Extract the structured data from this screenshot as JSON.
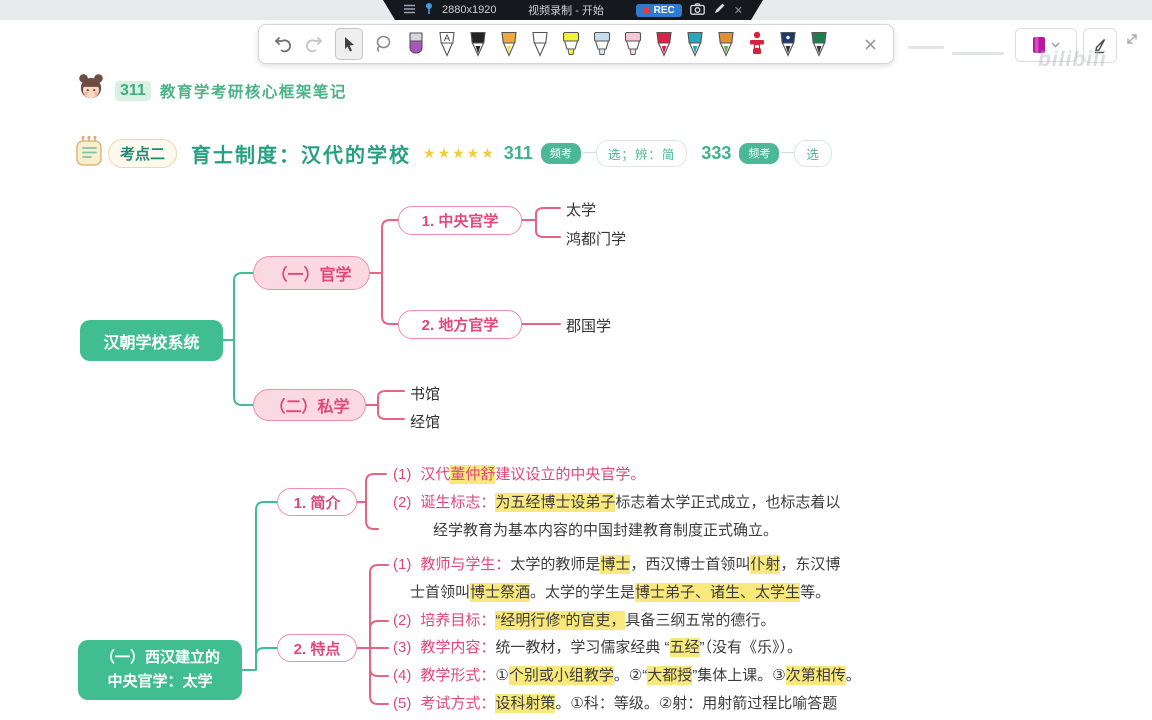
{
  "recorder_bar": {
    "resolution": "2880x1920",
    "status": "视频录制 - 开始",
    "rec_label": "REC"
  },
  "toolbar": {
    "pens": [
      {
        "name": "eraser",
        "kind": "eraser",
        "body": "#d8d8dc",
        "tip": "#a855c0"
      },
      {
        "name": "text-pen",
        "kind": "pen",
        "body": "#ffffff",
        "tip": "#ffffff",
        "glyph": "A"
      },
      {
        "name": "black-marker",
        "kind": "pen",
        "body": "#222222",
        "tip": "#222222"
      },
      {
        "name": "orange-pen",
        "kind": "pen",
        "body": "#f0a93c",
        "tip": "#f3e14e"
      },
      {
        "name": "white-pen",
        "kind": "pen",
        "body": "#fafafa",
        "tip": "#ffffff"
      },
      {
        "name": "yellow-highlighter",
        "kind": "flat",
        "body": "#f5ee45",
        "tip": "#f5ee45"
      },
      {
        "name": "blue-highlighter",
        "kind": "flat",
        "body": "#c3ddf3",
        "tip": "#d8eaf8"
      },
      {
        "name": "pink-highlighter",
        "kind": "flat",
        "body": "#f5c6d6",
        "tip": "#f8d8e3"
      },
      {
        "name": "red-pen",
        "kind": "pen",
        "body": "#dd1f4a",
        "tip": "#dd1f4a"
      },
      {
        "name": "teal-pen",
        "kind": "pen",
        "body": "#2da5bd",
        "tip": "#2da5bd"
      },
      {
        "name": "rainbow-pen",
        "kind": "pen",
        "body": "#e09038",
        "tip": "#6aae4e"
      },
      {
        "name": "stamp-pen",
        "kind": "stamp",
        "body": "#d2243c",
        "tip": "#d2243c"
      },
      {
        "name": "navy-pen",
        "kind": "pen",
        "body": "#1d3a6b",
        "tip": "#333333",
        "dot": true
      },
      {
        "name": "green-pen",
        "kind": "pen",
        "body": "#1f7d4c",
        "tip": "#333333"
      }
    ]
  },
  "topright": {
    "watermark": "bilibili"
  },
  "header": {
    "badge": "311",
    "title": "教育学考研核心框架笔记"
  },
  "topic": {
    "tag": "考点二",
    "title": "育士制度：汉代的学校",
    "stars": "★★★★★",
    "code1": "311",
    "badge1": "频考",
    "pill1": "选；辨：简",
    "code2": "333",
    "badge2": "频考",
    "pill2": "选"
  },
  "mindmap": {
    "root1": "汉朝学校系统",
    "guanxue": "（一）官学",
    "sixue": "（二）私学",
    "zhongyang": "1. 中央官学",
    "difang": "2. 地方官学",
    "taixue": "太学",
    "hongdu": "鸿都门学",
    "junguo": "郡国学",
    "shuguan": "书馆",
    "jingguan": "经馆",
    "root2_line1": "（一）西汉建立的",
    "root2_line2": "中央官学：太学",
    "jianjie": "1. 简介",
    "tedian": "2. 特点"
  },
  "content": {
    "lines": [
      [
        {
          "t": "(1)",
          "c": "num"
        },
        {
          "t": "汉代",
          "c": "pink"
        },
        {
          "t": "董仲舒",
          "c": "pinkhl"
        },
        {
          "t": "建议设立的中央官学。",
          "c": "pink"
        }
      ],
      [
        {
          "t": "(2)",
          "c": "num"
        },
        {
          "t": "诞生标志：",
          "c": "pink"
        },
        {
          "t": "为五经博士设弟子",
          "c": "hl"
        },
        {
          "t": "标志着太学正式成立，也标志着以",
          "c": "plain"
        }
      ],
      [
        {
          "t": "经学教育为基本内容的中国封建教育制度正式确立。",
          "c": "plain"
        }
      ],
      [
        {
          "t": "(1)",
          "c": "num"
        },
        {
          "t": "教师与学生：",
          "c": "pink"
        },
        {
          "t": "太学的教师是",
          "c": "plain"
        },
        {
          "t": "博士",
          "c": "hl"
        },
        {
          "t": "，西汉博士首领叫",
          "c": "plain"
        },
        {
          "t": "仆射",
          "c": "hl"
        },
        {
          "t": "，东汉博",
          "c": "plain"
        }
      ],
      [
        {
          "t": "士首领叫",
          "c": "plain"
        },
        {
          "t": "博士祭酒",
          "c": "hl"
        },
        {
          "t": "。太学的学生是",
          "c": "plain"
        },
        {
          "t": "博士弟子、诸生、太学生",
          "c": "hl"
        },
        {
          "t": "等。",
          "c": "plain"
        }
      ],
      [
        {
          "t": "(2)",
          "c": "num"
        },
        {
          "t": "培养目标：",
          "c": "pink"
        },
        {
          "t": "“经明行修”的官吏，",
          "c": "hl"
        },
        {
          "t": "具备三纲五常的德行。",
          "c": "plain"
        }
      ],
      [
        {
          "t": "(3)",
          "c": "num"
        },
        {
          "t": "教学内容：",
          "c": "pink"
        },
        {
          "t": "统一教材，学习儒家经典 “",
          "c": "plain"
        },
        {
          "t": "五经",
          "c": "hl"
        },
        {
          "t": "”（没有《乐》）。",
          "c": "plain"
        }
      ],
      [
        {
          "t": "(4)",
          "c": "num"
        },
        {
          "t": "教学形式：",
          "c": "pink"
        },
        {
          "t": "①",
          "c": "plain"
        },
        {
          "t": "个别或小组教学",
          "c": "hl"
        },
        {
          "t": "。②“",
          "c": "plain"
        },
        {
          "t": "大都授",
          "c": "hl"
        },
        {
          "t": "”集体上课。③",
          "c": "plain"
        },
        {
          "t": "次第相传",
          "c": "hl"
        },
        {
          "t": "。",
          "c": "plain"
        }
      ],
      [
        {
          "t": "(5)",
          "c": "num"
        },
        {
          "t": "考试方式：",
          "c": "pink"
        },
        {
          "t": "设科射策",
          "c": "hl"
        },
        {
          "t": "。①科：等级。②射：用射箭过程比喻答题",
          "c": "plain"
        }
      ]
    ]
  },
  "colors": {
    "accent_green": "#41bd92",
    "accent_pink": "#e0487a",
    "highlight_yellow": "#f9e97c",
    "rec_blue": "#2f7ad3",
    "bar_black": "#15181d"
  }
}
